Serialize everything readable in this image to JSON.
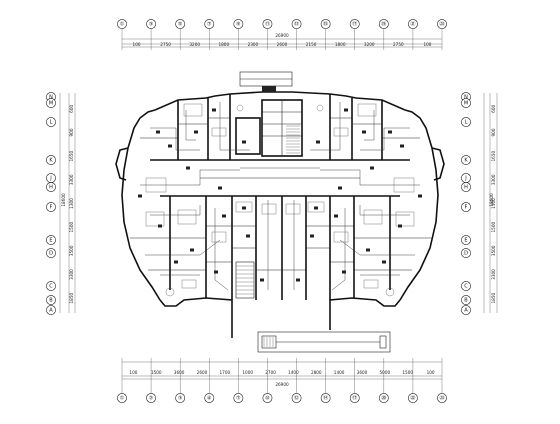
{
  "axes_top": {
    "bubbles": [
      "①",
      "③",
      "⑤",
      "⑦",
      "⑨",
      "⑪",
      "⑬",
      "⑮",
      "⑰",
      "⑲",
      "㉑",
      "㉓"
    ],
    "dims": [
      "100",
      "2750",
      "3200",
      "1800",
      "2300",
      "2600",
      "2150",
      "1800",
      "3200",
      "2750",
      "100"
    ],
    "total": "26900"
  },
  "axes_bottom": {
    "bubbles": [
      "①",
      "②",
      "③",
      "④",
      "⑦",
      "⑩",
      "⑫",
      "⑭",
      "⑰",
      "⑳",
      "㉒",
      "㉓"
    ],
    "dims": [
      "100",
      "1500",
      "3600",
      "2600",
      "1700",
      "1000",
      "2700",
      "1400",
      "2800",
      "1400",
      "3600",
      "5000",
      "1500",
      "100"
    ],
    "total": "26900"
  },
  "axes_left": {
    "bubbles": [
      "N",
      "M",
      "L",
      "K",
      "J",
      "H",
      "F",
      "E",
      "D",
      "C",
      "B",
      "A"
    ],
    "dims": [
      "600",
      "900",
      "1650",
      "3300",
      "1300",
      "1500",
      "3500",
      "3300",
      "1850"
    ],
    "total": "18600"
  },
  "axes_right": {
    "bubbles": [
      "N",
      "M",
      "L",
      "K",
      "J",
      "H",
      "F",
      "E",
      "D",
      "C",
      "B",
      "A"
    ],
    "dims": [
      "600",
      "900",
      "1650",
      "3300",
      "1300",
      "1500",
      "3500",
      "3300",
      "1850"
    ],
    "total": "18600"
  }
}
